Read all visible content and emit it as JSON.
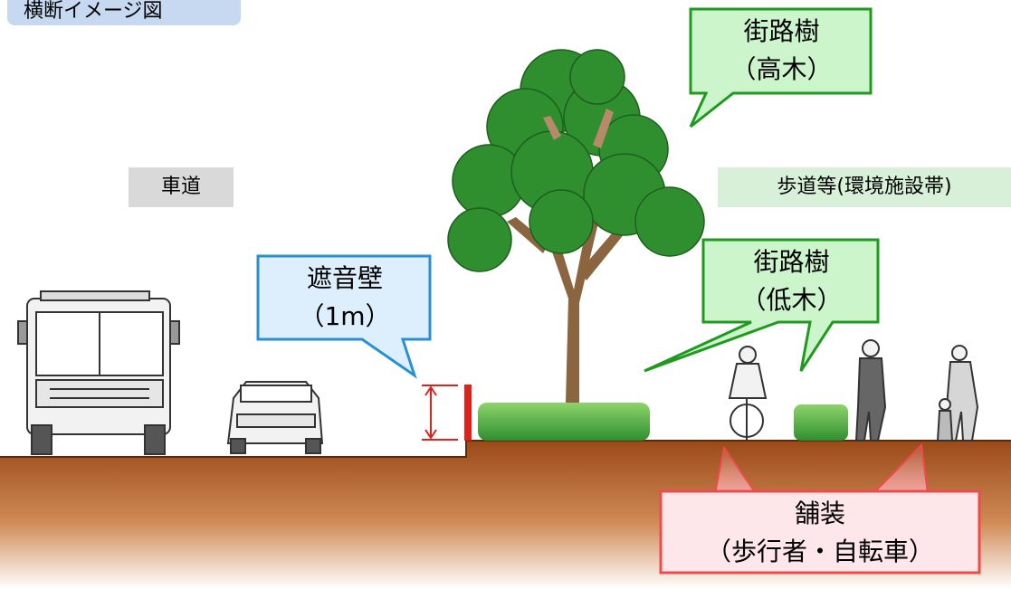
{
  "title": "横断イメージ図",
  "zones": {
    "roadway": "車道",
    "sidewalk": "歩道等(環境施設帯)"
  },
  "callouts": {
    "tall_tree": {
      "line1": "街路樹",
      "line2": "（高木）"
    },
    "low_tree": {
      "line1": "街路樹",
      "line2": "（低木）"
    },
    "sound_wall": {
      "line1": "遮音壁",
      "line2": "（1m）"
    },
    "pavement": {
      "line1": "舗装",
      "line2": "（歩行者・自転車）"
    }
  },
  "colors": {
    "green_fill": "#ccf5cc",
    "green_stroke": "#1f9a1f",
    "blue_fill": "#ddeefc",
    "blue_stroke": "#2a8fd6",
    "pink_fill": "#fde7ea",
    "pink_stroke": "#ef4b4b",
    "soil_top": "#9a4a18",
    "soil_bottom": "#ffffff",
    "wall": "#e0201a",
    "foliage": "#2f8f2f",
    "trunk": "#8a6540"
  }
}
